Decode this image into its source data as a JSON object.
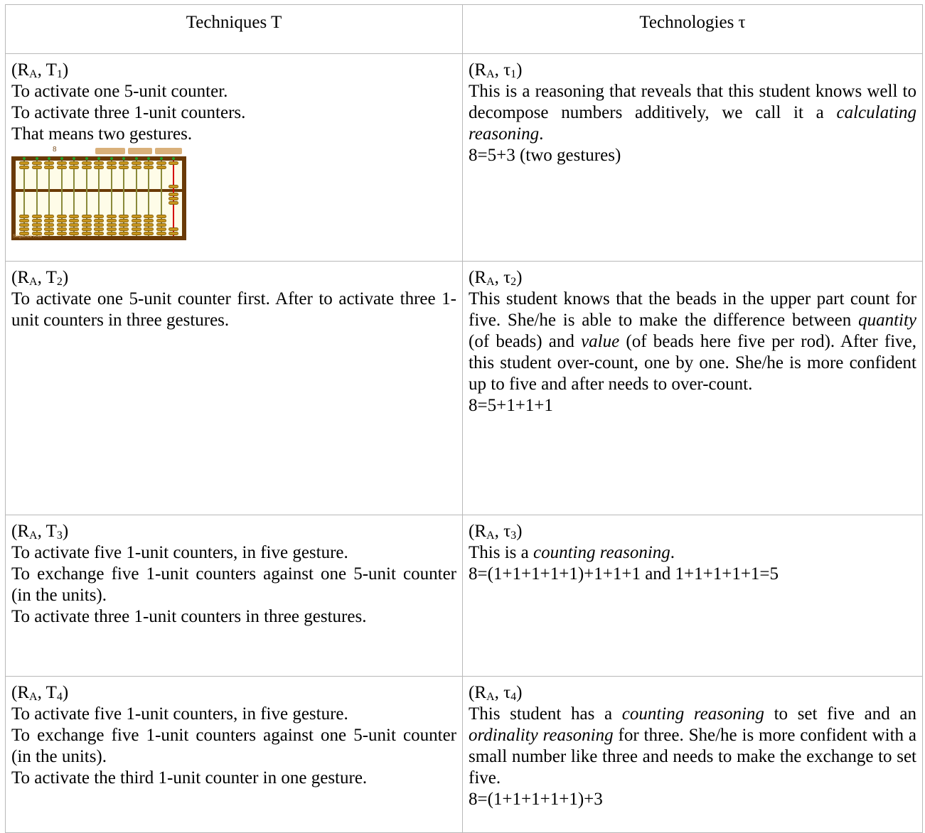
{
  "headers": {
    "techniques": "Techniques T",
    "technologies": "Technologies τ"
  },
  "rows": [
    {
      "t_label": {
        "base": "(R",
        "sub1": "A",
        "mid": ", T",
        "sub2": "1",
        "end": ")"
      },
      "t_lines": [
        "To activate one 5-unit counter.",
        "To activate three 1-unit counters.",
        "That means two gestures."
      ],
      "tau_label": {
        "base": "(R",
        "sub1": "A",
        "mid": ", τ",
        "sub2": "1",
        "end": ")"
      },
      "tau_p1_a": "This is a reasoning that reveals that this student knows well to decompose numbers additively, we call it a ",
      "tau_p1_em": "calculating reasoning",
      "tau_p1_b": ".",
      "tau_eq": "8=5+3 (two gestures)"
    },
    {
      "t_label": {
        "base": "(R",
        "sub1": "A",
        "mid": ", T",
        "sub2": "2",
        "end": ")"
      },
      "t_text": "To activate one 5-unit counter first. After to activate three 1-unit counters in three gestures.",
      "tau_label": {
        "base": "(R",
        "sub1": "A",
        "mid": ", τ",
        "sub2": "2",
        "end": ")"
      },
      "tau_a": "This student knows that the beads in the upper part count for five. She/he is able to make the difference between ",
      "tau_em1": "quantity",
      "tau_b": " (of beads) and ",
      "tau_em2": "value",
      "tau_c": " (of beads here five per rod). After five, this student over-count, one by one. She/he is more confident up to five and after needs to over-count.",
      "tau_eq": "8=5+1+1+1"
    },
    {
      "t_label": {
        "base": "(R",
        "sub1": "A",
        "mid": ", T",
        "sub2": "3",
        "end": ")"
      },
      "t_line1": "To activate five 1-unit counters, in five gesture.",
      "t_line2": "To exchange five 1-unit counters against one 5-unit counter (in the units).",
      "t_line3": "To activate three 1-unit counters in three gestures.",
      "tau_label": {
        "base": "(R",
        "sub1": "A",
        "mid": ", τ",
        "sub2": "3",
        "end": ")"
      },
      "tau_a": "This is a ",
      "tau_em": "counting reasoning",
      "tau_b": ".",
      "tau_eq": "8=(1+1+1+1+1)+1+1+1 and 1+1+1+1+1=5"
    },
    {
      "t_label": {
        "base": "(R",
        "sub1": "A",
        "mid": ", T",
        "sub2": "4",
        "end": ")"
      },
      "t_line1": "To activate five 1-unit counters, in five gesture.",
      "t_line2": "To exchange five 1-unit counters against one 5-unit counter (in the units).",
      "t_line3": "To activate the third 1-unit counter in one gesture.",
      "tau_label": {
        "base": "(R",
        "sub1": "A",
        "mid": ", τ",
        "sub2": "4",
        "end": ")"
      },
      "tau_a": "This student has a ",
      "tau_em1": "counting reasoning",
      "tau_b": " to set five and an ",
      "tau_em2": "ordinality reasoning",
      "tau_c": " for three. She/he is more confident with a small number like three and needs to make the exchange to set five.",
      "tau_eq": "8=(1+1+1+1+1)+3"
    }
  ],
  "abacus": {
    "display_number": "8",
    "rods": 13,
    "active_upper_rod": 13,
    "active_lower_count": 3,
    "caption": "Séquence PAM",
    "colors": {
      "frame": "#6a3a06",
      "bead": "#c8961c",
      "rod_active": "#d40000",
      "button": "#d9b07a",
      "light": "#1fa22a"
    }
  }
}
